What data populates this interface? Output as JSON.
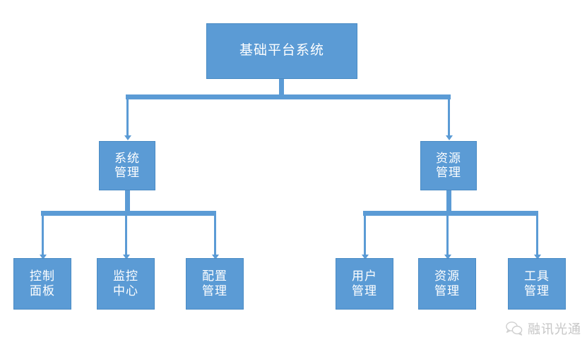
{
  "diagram": {
    "type": "organization-chart",
    "background_color": "#FFFFFF",
    "node_fill_color": "#5B9BD5",
    "node_border_color": "#4A8BC4",
    "node_text_color": "#FFFFFF",
    "connector_color": "#5B9BD5",
    "root": {
      "label": "基础平台系统"
    },
    "branches": [
      {
        "label": "系统\n管理",
        "children": [
          {
            "label": "控制\n面板"
          },
          {
            "label": "监控\n中心"
          },
          {
            "label": "配置\n管理"
          }
        ]
      },
      {
        "label": "资源\n管理",
        "children": [
          {
            "label": "用户\n管理"
          },
          {
            "label": "资源\n管理"
          },
          {
            "label": "工具\n管理"
          }
        ]
      }
    ]
  },
  "watermark": {
    "icon": "wechat-bubble-icon",
    "text": "融讯光通",
    "color": "#C6C6C6"
  }
}
